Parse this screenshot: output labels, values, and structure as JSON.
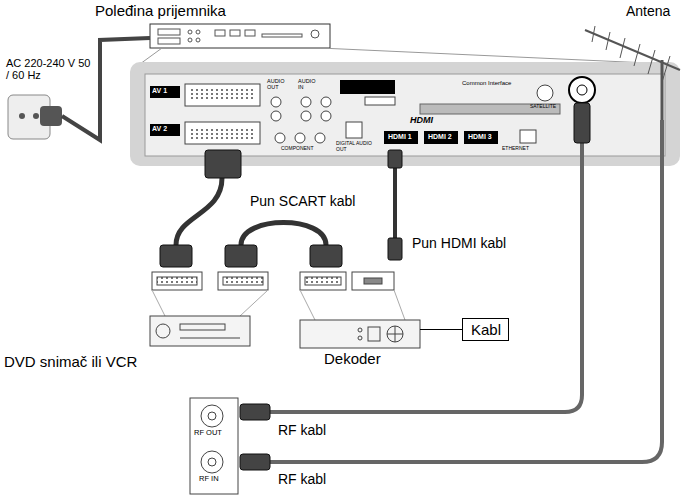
{
  "diagram": {
    "nodes": [
      {
        "text": [
          "Poleđina prijemnika"
        ]
      },
      {
        "text": [
          "DVD snimač ili VCR"
        ]
      },
      {
        "text": [
          "Dekoder"
        ]
      },
      {
        "text": [
          "Kabl"
        ]
      }
    ],
    "edges": [
      {
        "from": 2,
        "to": 3,
        "arrow": "none"
      }
    ],
    "labels": [
      "AC 220-240 V 50 / 60 Hz",
      "Antena",
      "AV 1",
      "AV 2",
      "AUDIO OUT",
      "AUDIO IN",
      "COMPONENT",
      "DIGITAL AUDIO OUT",
      "HDMI",
      "HDMI 1",
      "HDMI 2",
      "HDMI 3",
      "Common Interface",
      "SATELLITE",
      "ETHERNET",
      "Pun SCART kabl",
      "Pun HDMI kabl",
      "RF OUT",
      "RF kabl",
      "RF IN",
      "RF kabl"
    ]
  }
}
